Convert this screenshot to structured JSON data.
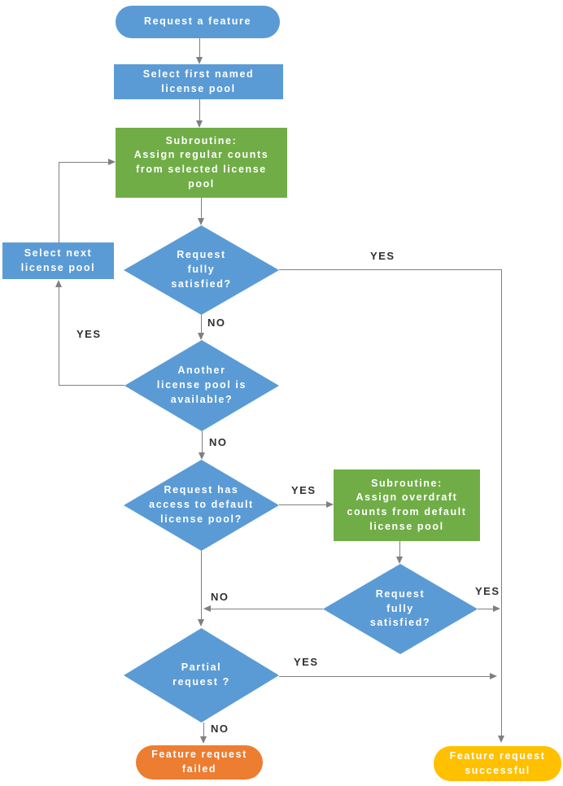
{
  "colors": {
    "blue": "#5B9BD5",
    "green": "#70AD47",
    "orange": "#ED7D31",
    "yellow": "#FFC000",
    "line": "#7F7F7F",
    "label": "#303030",
    "nodetext": "#FFFFFF"
  },
  "nodes": {
    "start": "Request a feature",
    "select_first": "Select first named\nlicense pool",
    "sub_regular": "Subroutine:\nAssign regular counts\nfrom selected license\npool",
    "satisfied1": "Request\nfully\nsatisfied?",
    "select_next": "Select next\nlicense pool",
    "another_pool": "Another\nlicense pool is\navailable?",
    "access_default": "Request has\naccess to default\nlicense pool?",
    "sub_overdraft": "Subroutine:\nAssign overdraft\ncounts from default\nlicense pool",
    "satisfied2": "Request\nfully\nsatisfied?",
    "partial": "Partial\nrequest ?",
    "failed": "Feature request\nfailed",
    "successful": "Feature request\nsuccessful"
  },
  "edge_labels": {
    "satisfied1_yes": "YES",
    "satisfied1_no": "NO",
    "another_yes": "YES",
    "another_no": "NO",
    "access_yes": "YES",
    "merge_no": "NO",
    "satisfied2_yes": "YES",
    "partial_yes": "YES",
    "partial_no": "NO"
  }
}
